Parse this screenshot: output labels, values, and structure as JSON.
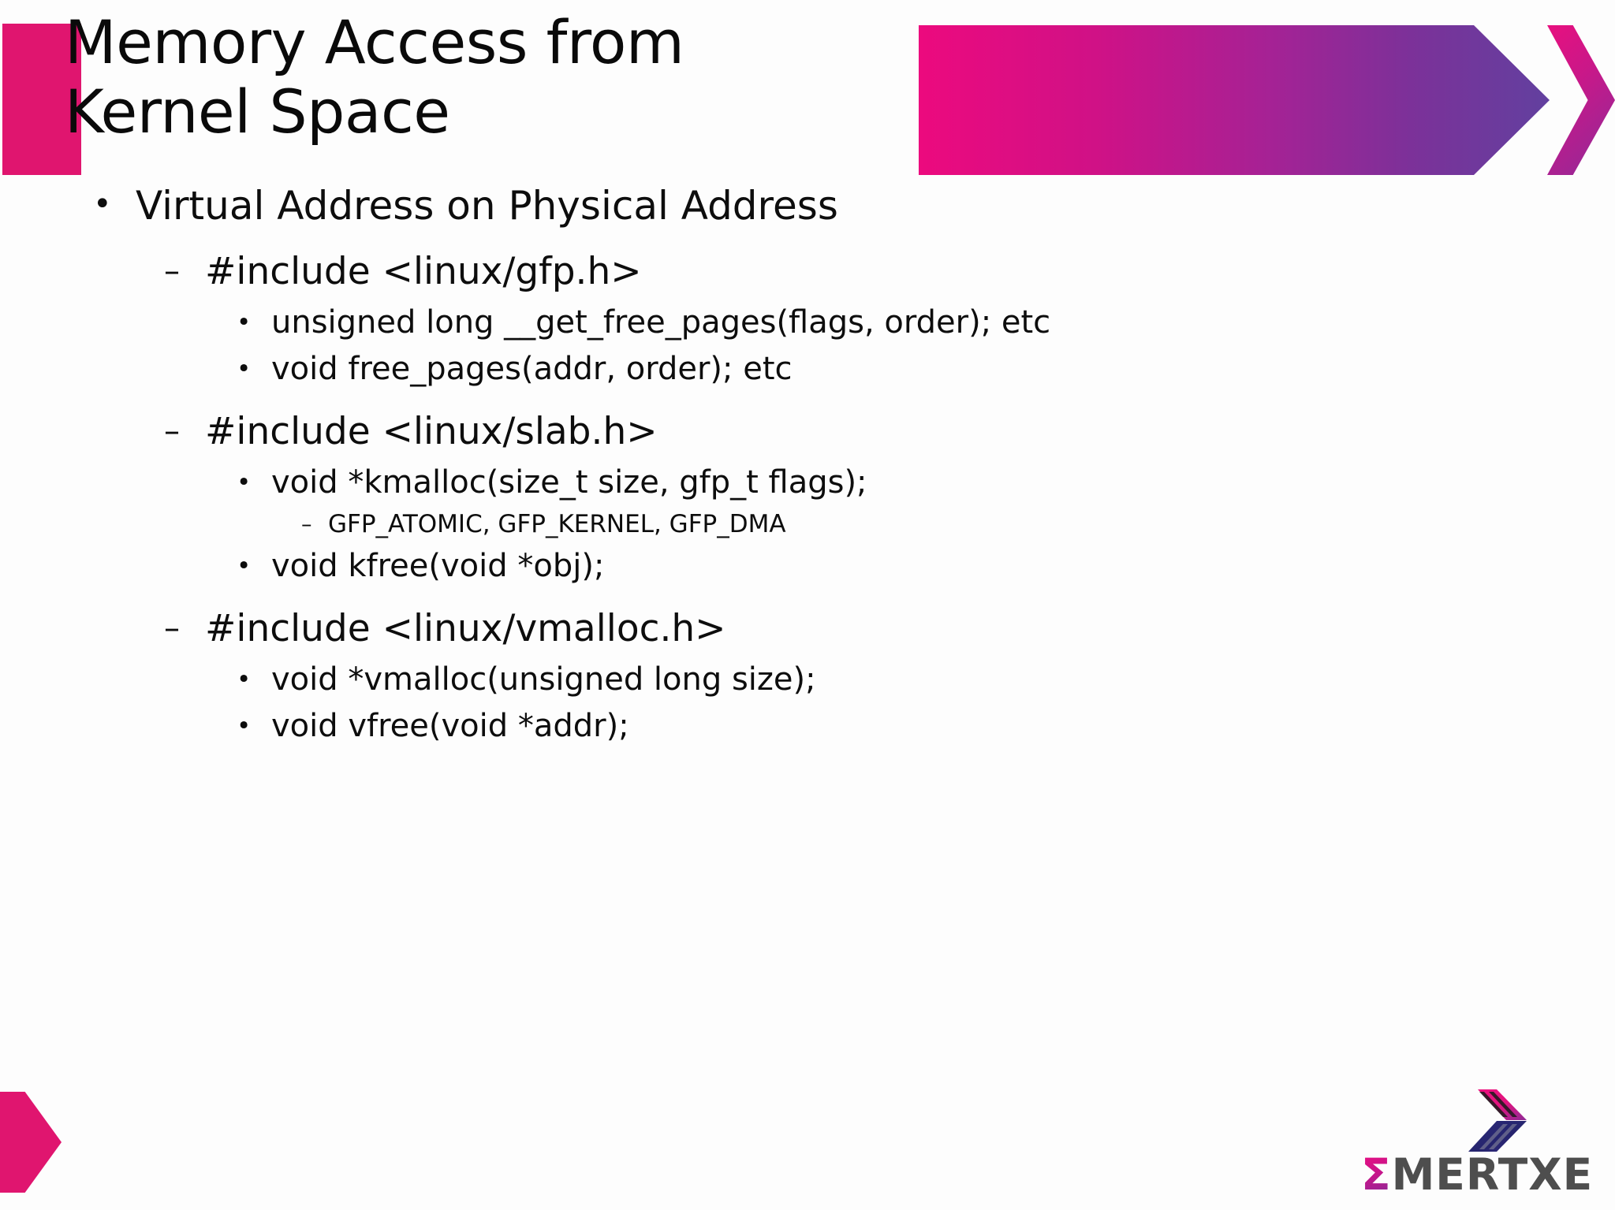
{
  "slide": {
    "title_lines": [
      "Memory Access from",
      "Kernel Space"
    ],
    "title_full": "Memory Access from Kernel Space"
  },
  "theme": {
    "accent_pink": "#e0156f",
    "gradient_start": "#ec0a7e",
    "gradient_end": "#62409f",
    "text_color": "#0d0d0d",
    "logo_word_color": "#4e4e4e"
  },
  "bullets": {
    "l1_mark": "•",
    "l2_mark": "–",
    "l3_mark": "•",
    "l4_mark": "–"
  },
  "content": {
    "topic": "Virtual Address on Physical Address",
    "sections": [
      {
        "header": "#include <linux/gfp.h>",
        "items": [
          {
            "text": "unsigned long __get_free_pages(flags, order); etc",
            "subitems": []
          },
          {
            "text": "void free_pages(addr, order); etc",
            "subitems": []
          }
        ]
      },
      {
        "header": "#include <linux/slab.h>",
        "items": [
          {
            "text": "void *kmalloc(size_t size, gfp_t flags);",
            "subitems": [
              "GFP_ATOMIC, GFP_KERNEL, GFP_DMA"
            ]
          },
          {
            "text": "void kfree(void *obj);",
            "subitems": []
          }
        ]
      },
      {
        "header": "#include <linux/vmalloc.h>",
        "items": [
          {
            "text": "void *vmalloc(unsigned long size);",
            "subitems": []
          },
          {
            "text": "void vfree(void *addr);",
            "subitems": []
          }
        ]
      }
    ]
  },
  "logo": {
    "sigma": "Σ",
    "word": "MERTXE",
    "full": "ΣMERTXE"
  }
}
